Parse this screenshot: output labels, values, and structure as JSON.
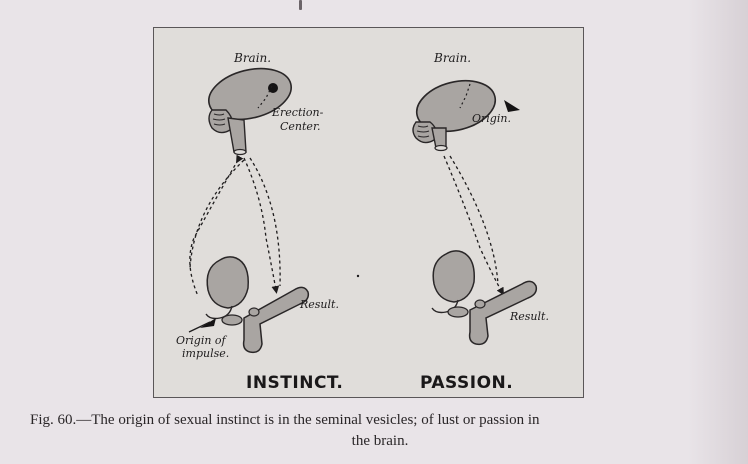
{
  "figure": {
    "left_panel": {
      "title": "INSTINCT.",
      "labels": {
        "brain": "Brain.",
        "erection_center_1": "Erection-",
        "erection_center_2": "Center.",
        "result": "Result.",
        "origin_1": "Origin of",
        "origin_2": "impulse."
      }
    },
    "right_panel": {
      "title": "PASSION.",
      "labels": {
        "brain": "Brain.",
        "origin": "Origin.",
        "result": "Result."
      }
    }
  },
  "caption": {
    "line1": "Fig. 60.—The origin of sexual instinct is in the seminal vesicles; of lust or passion in",
    "line2": "the brain."
  },
  "colors": {
    "paper": "#e9e4e8",
    "plate": "#e0ddda",
    "organ_fill": "#a9a5a2",
    "ink": "#1e1c1d"
  }
}
